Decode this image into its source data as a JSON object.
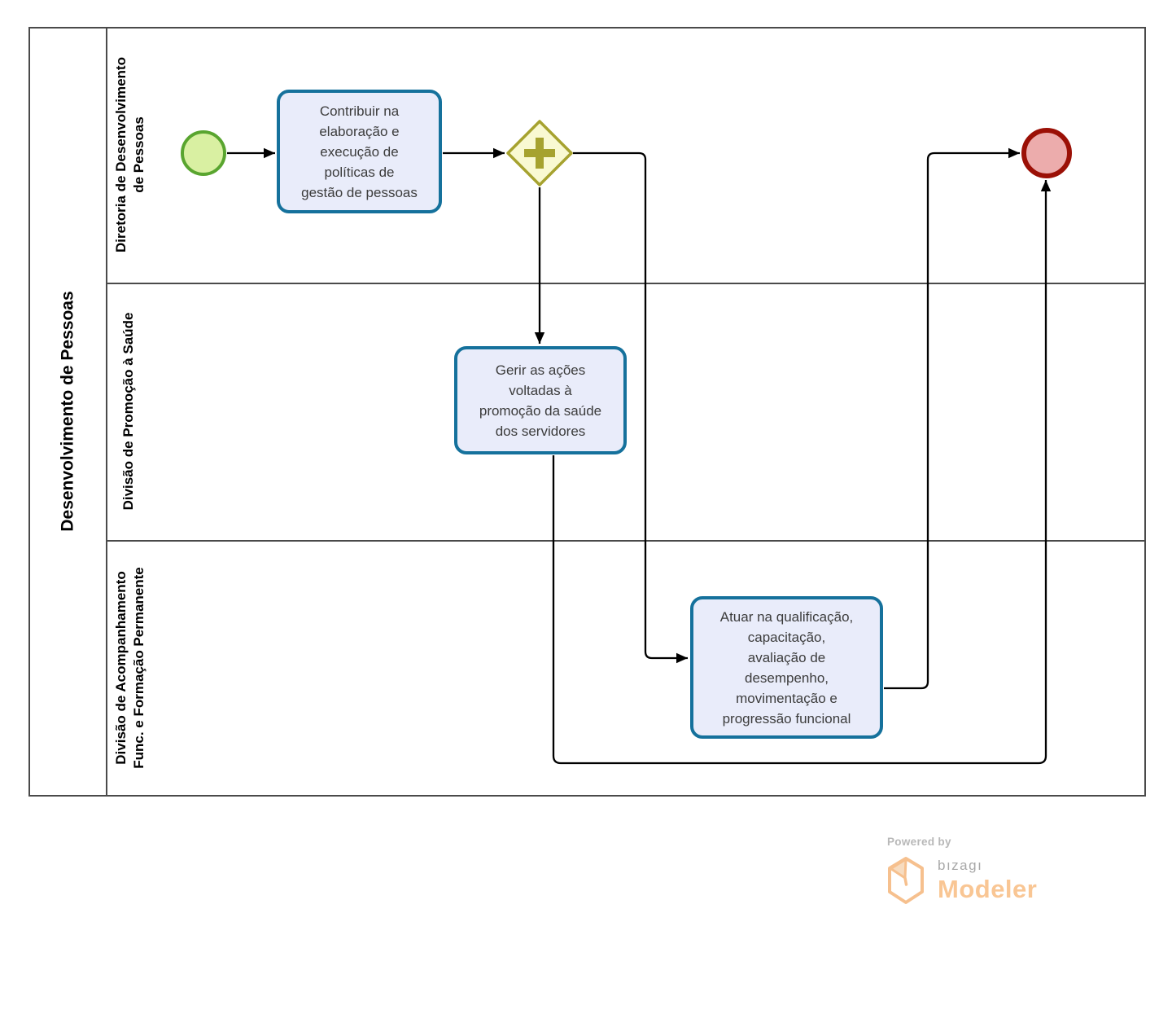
{
  "pool": {
    "title": "Desenvolvimento de Pessoas",
    "lanes": [
      {
        "label": "Diretoria de Desenvolvimento\nde Pessoas"
      },
      {
        "label": "Divisão de Promoção à Saúde"
      },
      {
        "label": "Divisão de Acompanhamento\nFunc. e Formação Permanente"
      }
    ]
  },
  "nodes": {
    "task_contribuir": {
      "label": "Contribuir na\nelaboração e\nexecução de\npolíticas de\ngestão de pessoas"
    },
    "task_gerir": {
      "label": "Gerir as ações\nvoltadas à\npromoção da saúde\ndos servidores"
    },
    "task_atuar": {
      "label": "Atuar na qualificação,\ncapacitação,\navaliação de\ndesempenho,\nmovimentação e\nprogressão funcional"
    }
  },
  "colors": {
    "lane_border": "#4a4a4a",
    "task_border": "#15719c",
    "task_fill": "#e9ecfa",
    "gateway_border": "#a6a22f",
    "gateway_fill": "#f9f9d2",
    "start_border": "#59a52f",
    "start_fill": "#d9f0a2",
    "end_border": "#9b1006",
    "end_fill": "#ecacac",
    "flow_line": "#000000",
    "brand_orange": "#f9c694",
    "brand_gray": "#a8a8a8"
  },
  "branding": {
    "powered_by": "Powered by",
    "brand": "bızagı",
    "product": "Modeler"
  }
}
